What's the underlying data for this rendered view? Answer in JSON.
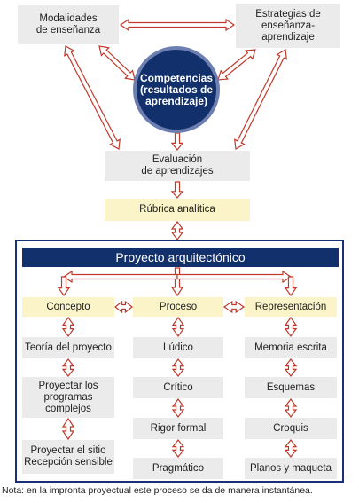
{
  "top": {
    "modalidades": "Modalidades\nde enseñanza",
    "estrategias": "Estrategias de\nenseñanza-\naprendizaje",
    "competencias": "Competencias\n(resultados de\naprendizaje)",
    "evaluacion": "Evaluación\nde aprendizajes",
    "rubrica": "Rúbrica analítica"
  },
  "proyecto": {
    "title": "Proyecto arquitectónico",
    "columns": [
      {
        "header": "Concepto",
        "items": [
          "Teoría del proyecto",
          "Proyectar los\nprogramas\ncomplejos",
          "Proyectar el sitio\nRecepción sensible"
        ]
      },
      {
        "header": "Proceso",
        "items": [
          "Lúdico",
          "Crítico",
          "Rigor formal",
          "Pragmático"
        ]
      },
      {
        "header": "Representación",
        "items": [
          "Memoria escrita",
          "Esquemas",
          "Croquis",
          "Planos y maqueta"
        ]
      }
    ]
  },
  "note": "Nota: en la impronta proyectual este proceso se da de manera instantánea.",
  "colors": {
    "navy": "#12306b",
    "arrow": "#c0392b",
    "grey_box": "#ebebeb",
    "yellow_box": "#fbf4c8"
  }
}
